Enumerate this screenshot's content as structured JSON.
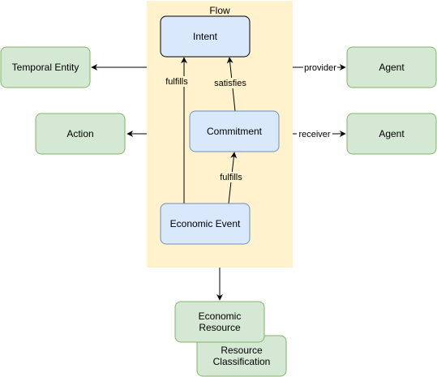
{
  "colors": {
    "group_fill": "#fff2cc",
    "blue_fill": "#dae8fc",
    "blue_stroke": "#6c8ebf",
    "green_fill": "#d5e8d4",
    "green_stroke": "#82b366",
    "black": "#000000",
    "white": "#ffffff"
  },
  "group": {
    "title": "Flow"
  },
  "nodes": {
    "intent": "Intent",
    "commitment": "Commitment",
    "economic_event": "Economic Event",
    "temporal_entity": "Temporal Entity",
    "action": "Action",
    "agent_provider": "Agent",
    "agent_receiver": "Agent",
    "economic_resource_line1": "Economic",
    "economic_resource_line2": "Resource",
    "resource_classification_line1": "Resource",
    "resource_classification_line2": "Classification"
  },
  "edges": {
    "event_fulfills_intent": "fulfills",
    "commitment_satisfies_intent": "satisfies",
    "event_fulfills_commitment": "fulfills",
    "provider": "provider",
    "receiver": "receiver"
  }
}
